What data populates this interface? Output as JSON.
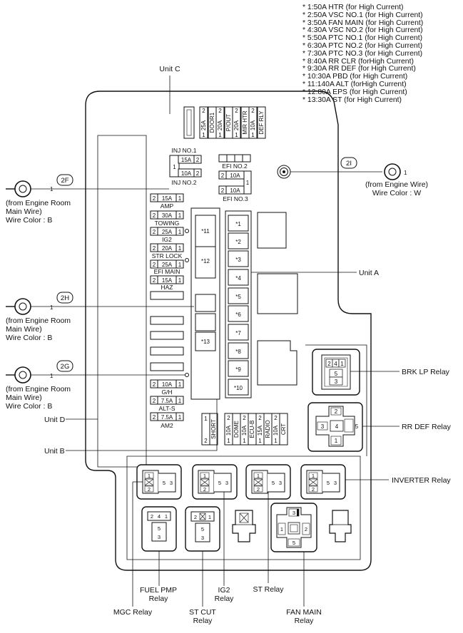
{
  "legend": [
    "* 1:50A HTR (for High Current)",
    "* 2:50A VSC NO.1 (for High Current)",
    "* 3:50A FAN MAIN (for High Current)",
    "* 4:30A VSC NO.2 (for High Current)",
    "* 5:50A PTC NO.1 (for High Current)",
    "* 6:30A PTC NO.2 (for High Current)",
    "* 7:30A PTC NO.3 (for High Current)",
    "* 8:40A RR CLR (forHigh Current)",
    "* 9:30A RR DEF (for High Current)",
    "* 10:30A PBD (for High Current)",
    "* 11:140A ALT (forHigh Current)",
    "* 12:80A EPS (for High Current)",
    "* 13:30A ST (for High Current)"
  ],
  "units": {
    "unit_c": "Unit C",
    "unit_a": "Unit A",
    "unit_b": "Unit B",
    "unit_d": "Unit D"
  },
  "connectors": {
    "c2f": {
      "code": "2F",
      "pin": "1",
      "line1": "(from Engine Room",
      "line2": "Main Wire)",
      "line3": "Wire Color : B"
    },
    "c2h": {
      "code": "2H",
      "pin": "1",
      "line1": "(from Engine Room",
      "line2": "Main Wire)",
      "line3": "Wire Color : B"
    },
    "c2g": {
      "code": "2G",
      "pin": "1",
      "line1": "(from Engine Room",
      "line2": "Main Wire)",
      "line3": "Wire Color : B"
    },
    "c2i": {
      "code": "2I",
      "pin": "1",
      "line1": "(from Engine Wire)",
      "line2": "Wire Color : W"
    }
  },
  "top_fuses": [
    {
      "pin_top": "2",
      "amp": "25A",
      "name": "DOOR1",
      "pin_bottom": "1"
    },
    {
      "pin_top": "2",
      "amp": "20A",
      "name": "P/OUT",
      "pin_bottom": "1"
    },
    {
      "pin_top": "2",
      "amp": "20A",
      "name": "MIR HTR",
      "pin_bottom": "1"
    },
    {
      "pin_top": "2",
      "amp": "10A",
      "name": "DEF RLY",
      "pin_bottom": "1"
    }
  ],
  "inj": {
    "label1": "INJ NO.1",
    "amp1": "15A",
    "pin_common": "1",
    "amp2": "10A",
    "label2": "INJ NO.2",
    "pin2": "2"
  },
  "efi": {
    "label1": "EFI NO.2",
    "amp1": "10A",
    "amp2": "10A",
    "label2": "EFI NO.3",
    "pin2": "2",
    "pin_common": "1"
  },
  "left_fuses": [
    {
      "l": "2",
      "amp": "15A",
      "r": "1",
      "name": "AMP"
    },
    {
      "l": "2",
      "amp": "30A",
      "r": "1",
      "name": "TOWING"
    },
    {
      "l": "2",
      "amp": "25A",
      "r": "1",
      "name": "IG2"
    },
    {
      "l": "2",
      "amp": "20A",
      "r": "1",
      "name": "STR LOCK"
    },
    {
      "l": "2",
      "amp": "25A",
      "r": "1",
      "name": "EFI MAIN"
    },
    {
      "l": "2",
      "amp": "15A",
      "r": "1",
      "name": "HAZ"
    }
  ],
  "bottom_left_fuses": [
    {
      "l": "2",
      "amp": "10A",
      "r": "1",
      "name": "G/H"
    },
    {
      "l": "2",
      "amp": "7.5A",
      "r": "1",
      "name": "ALT-S"
    },
    {
      "l": "2",
      "amp": "7.5A",
      "r": "1",
      "name": "AM2"
    }
  ],
  "high_current_ids": [
    "*11",
    "*12",
    "*13"
  ],
  "unit_a_ids": [
    "*1",
    "*2",
    "*3",
    "*4",
    "*5",
    "*6",
    "*7",
    "*8",
    "*9",
    "*10"
  ],
  "short": {
    "pin_top": "1",
    "name": "SHORT",
    "pin_bottom": "2"
  },
  "bottom_fuses": [
    {
      "pin_top": "2",
      "amp": "10A",
      "name": "DOME",
      "pin_bottom": "1"
    },
    {
      "pin_top": "2",
      "amp": "10A",
      "name": "ECU-B",
      "pin_bottom": "1"
    },
    {
      "pin_top": "2",
      "amp": "15A",
      "name": "RADIO",
      "pin_bottom": "1"
    },
    {
      "pin_top": "2",
      "amp": "10A",
      "name": "CRT",
      "pin_bottom": "1"
    }
  ],
  "relay_pins": {
    "p1": "1",
    "p2": "2",
    "p3": "3",
    "p4": "4",
    "p5": "5"
  },
  "relay_labels": {
    "brk_lp": "BRK LP Relay",
    "rr_def": "RR DEF Relay",
    "inverter": "INVERTER Relay",
    "fuel_pmp_1": "FUEL PMP",
    "fuel_pmp_2": "Relay",
    "mgc": "MGC Relay",
    "st_cut_1": "ST CUT",
    "st_cut_2": "Relay",
    "ig2_1": "IG2",
    "ig2_2": "Relay",
    "st": "ST Relay",
    "fan_main_1": "FAN MAIN",
    "fan_main_2": "Relay"
  }
}
